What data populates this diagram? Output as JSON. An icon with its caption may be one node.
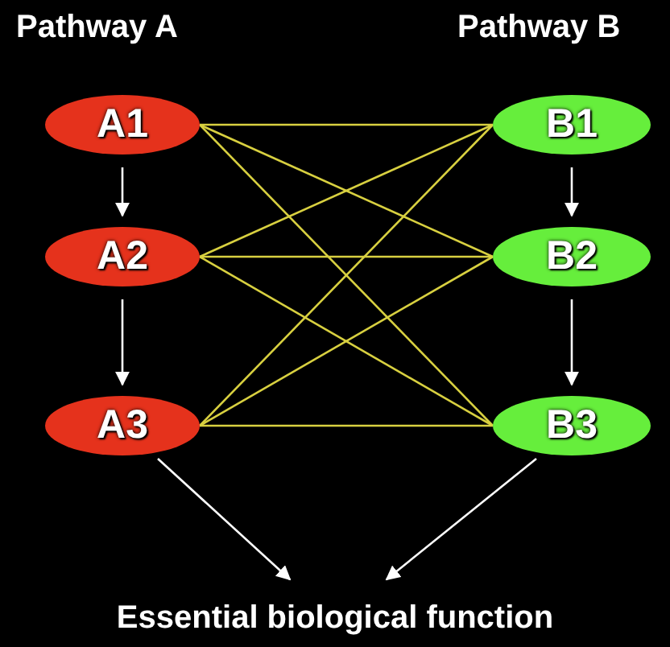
{
  "diagram": {
    "nodes": [
      {
        "text": [
          "A1"
        ]
      },
      {
        "text": [
          "A2"
        ]
      },
      {
        "text": [
          "A3"
        ]
      },
      {
        "text": [
          "B1"
        ]
      },
      {
        "text": [
          "B2"
        ]
      },
      {
        "text": [
          "B3"
        ]
      },
      {
        "text": [
          "Essential biological function"
        ]
      }
    ],
    "edges": [
      {
        "from": 0,
        "to": 1,
        "arrow": "to",
        "color": "#ffffff"
      },
      {
        "from": 1,
        "to": 2,
        "arrow": "to",
        "color": "#ffffff"
      },
      {
        "from": 3,
        "to": 4,
        "arrow": "to",
        "color": "#ffffff"
      },
      {
        "from": 4,
        "to": 5,
        "arrow": "to",
        "color": "#ffffff"
      },
      {
        "from": 0,
        "to": 3,
        "arrow": "none",
        "color": "#d8d040"
      },
      {
        "from": 0,
        "to": 4,
        "arrow": "none",
        "color": "#d8d040"
      },
      {
        "from": 0,
        "to": 5,
        "arrow": "none",
        "color": "#d8d040"
      },
      {
        "from": 1,
        "to": 3,
        "arrow": "none",
        "color": "#d8d040"
      },
      {
        "from": 1,
        "to": 4,
        "arrow": "none",
        "color": "#d8d040"
      },
      {
        "from": 1,
        "to": 5,
        "arrow": "none",
        "color": "#d8d040"
      },
      {
        "from": 2,
        "to": 3,
        "arrow": "none",
        "color": "#d8d040"
      },
      {
        "from": 2,
        "to": 4,
        "arrow": "none",
        "color": "#d8d040"
      },
      {
        "from": 2,
        "to": 5,
        "arrow": "none",
        "color": "#d8d040"
      },
      {
        "from": 2,
        "to": 6,
        "arrow": "to",
        "color": "#ffffff"
      },
      {
        "from": 5,
        "to": 6,
        "arrow": "to",
        "color": "#ffffff"
      }
    ],
    "labels": [
      "Pathway A",
      "Pathway B"
    ]
  }
}
